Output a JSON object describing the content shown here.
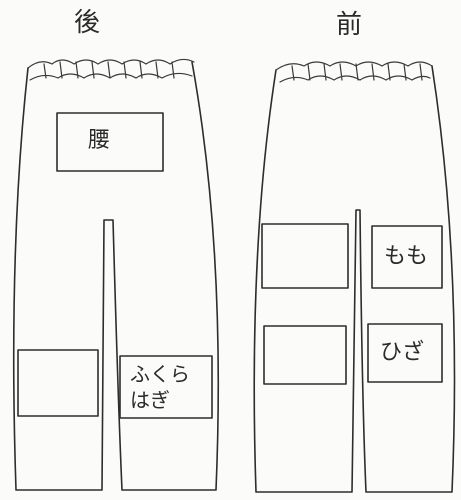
{
  "back_view": {
    "heading": "後",
    "regions": {
      "waist": "腰",
      "calf_line1": "ふくら",
      "calf_line2": "はぎ"
    }
  },
  "front_view": {
    "heading": "前",
    "regions": {
      "thigh": "もも",
      "knee": "ひざ"
    }
  }
}
